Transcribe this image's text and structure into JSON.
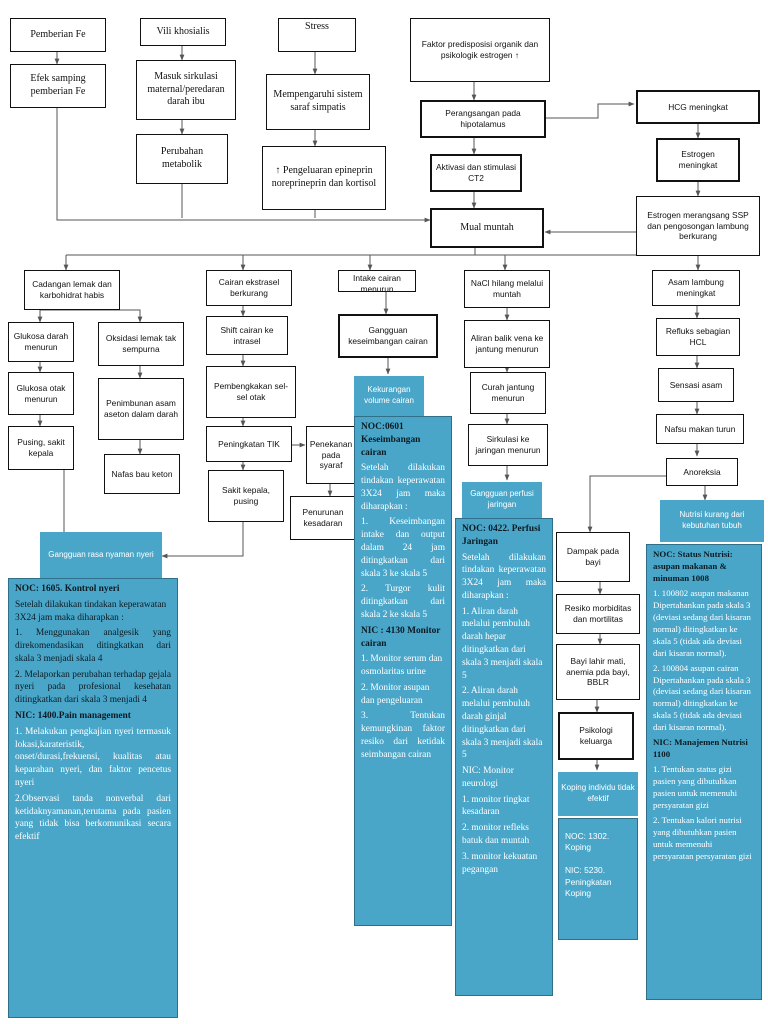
{
  "nodes": {
    "pemberian_fe": "Pemberian Fe",
    "vili": "Vili khosialis",
    "stress": "Stress",
    "faktor": "Faktor predisposisi organik dan psikologik estrogen ↑",
    "efek": "Efek samping pemberian Fe",
    "masuk": "Masuk sirkulasi maternal/peredaran darah ibu",
    "perubahan": "Perubahan metabolik",
    "mempengaruhi": "Mempengaruhi sistem saraf simpatis",
    "pengeluaran": "↑ Pengeluaran epineprin noreprineprin dan kortisol",
    "perangsangan": "Perangsangan pada hipotalamus",
    "aktivasi": "Aktivasi dan stimulasi CT2",
    "hcg": "HCG meningkat",
    "estrogen": "Estrogen meningkat",
    "estrogen_ssp": "Estrogen merangsang SSP dan pengosongan lambung berkurang",
    "mual": "Mual muntah",
    "cadangan": "Cadangan lemak dan karbohidrat habis",
    "cairan_ekstrasel": "Cairan ekstrasel berkurang",
    "intake": "Intake cairan menurun",
    "nacl": "NaCl hilang melalui muntah",
    "asam_lambung": "Asam lambung meningkat",
    "glukosa_darah": "Glukosa darah menurun",
    "oksidasi": "Oksidasi lemak tak sempurna",
    "shift": "Shift cairan ke intrasel",
    "gangguan_keseimbangan": "Gangguan keseimbangan cairan",
    "aliran_balik": "Aliran balik vena ke jantung menurun",
    "refluks": "Refluks sebagian HCL",
    "glukosa_otak": "Glukosa otak menurun",
    "penimbunan": "Penimbunan asam aseton dalam darah",
    "pembengkakan": "Pembengkakan sel-sel otak",
    "curah": "Curah jantung menurun",
    "sensasi": "Sensasi asam",
    "pusing": "Pusing, sakit kepala",
    "nafas": "Nafas bau keton",
    "tik": "Peningkatan TIK",
    "penekanan": "Penekanan pada syaraf",
    "sirkulasi": "Sirkulasi ke jaringan menurun",
    "nafsu": "Nafsu makan turun",
    "sakit_kepala": "Sakit kepala, pusing",
    "penurunan_kesadaran": "Penurunan kesadaran",
    "anoreksia": "Anoreksia",
    "dampak": "Dampak pada bayi",
    "resiko": "Resiko morbiditas dan mortilitas",
    "bayi_lahir": "Bayi lahir mati, anemia pda bayi, BBLR",
    "psikologi": "Psikologi keluarga",
    "noc_koping": "NOC: 1302. Koping\n\nNIC: 5230. Peningkatan Koping"
  },
  "diagnoses": {
    "nyeri": "Gangguan rasa nyaman nyeri",
    "kekurangan_cairan": "Kekurangan volume cairan",
    "perfusi": "Gangguan perfusi jaringan",
    "nutrisi": "Nutrisi kurang dari kebutuhan tubuh",
    "koping": "Koping individu tidak efektif"
  },
  "panels": {
    "nyeri": [
      {
        "text": "NOC: 1605. Kontrol nyeri",
        "style": "h"
      },
      {
        "text": "Setelah dilakukan tindakan keperawatan 3X24 jam maka diharapkan :",
        "style": "sub"
      },
      {
        "text": "1.  Menggunakan analgesik yang direkomendasikan ditingkatkan dari skala 3 menjadi skala 4",
        "style": "sub j"
      },
      {
        "text": "2. Melaporkan perubahan terhadap gejala nyeri pada profesional kesehatan ditingkatkan dari skala 3 menjadi 4",
        "style": "sub j"
      },
      {
        "text": "NIC: 1400.Pain management",
        "style": "h"
      },
      {
        "text": "1. Melakukan pengkajian nyeri termasuk lokasi,karateristik, onset/durasi,frekuensi, kualitas atau keparahan nyeri, dan faktor pencetus nyeri",
        "style": "j"
      },
      {
        "text": "2.Observasi tanda nonverbal dari ketidaknyamanan,terutama pada pasien yang tidak bisa berkomunikasi secara efektif",
        "style": "j"
      }
    ],
    "cairan": [
      {
        "text": "NOC:0601 Keseimbangan cairan",
        "style": "h"
      },
      {
        "text": "Setelah dilakukan tindakan keperawatan 3X24 jam maka diharapkan :",
        "style": "j"
      },
      {
        "text": "1.  Keseimbangan intake dan output dalam 24 jam ditingkatkan dari skala 3 ke skala 5",
        "style": "j"
      },
      {
        "text": "2.  Turgor kulit ditingkatkan dari skala 2 ke skala 5",
        "style": "j"
      },
      {
        "text": "NIC : 4130 Monitor cairan",
        "style": "h"
      },
      {
        "text": "1. Monitor serum dan osmolaritas urine",
        "style": ""
      },
      {
        "text": "2. Monitor asupan dan pengeluaran",
        "style": ""
      },
      {
        "text": "3.  Tentukan kemungkinan faktor resiko dari ketidak seimbangan cairan",
        "style": "j"
      }
    ],
    "perfusi": [
      {
        "text": "NOC: 0422. Perfusi Jaringan",
        "style": "h"
      },
      {
        "text": "Setelah dilakukan tindakan keperawatan 3X24 jam maka diharapkan :",
        "style": "j"
      },
      {
        "text": "1. Aliran darah melalui pembuluh darah hepar ditingkatkan dari skala 3 menjadi skala 5",
        "style": ""
      },
      {
        "text": "2. Aliran darah melalui pembuluh darah ginjal ditingkatkan dari skala 3 menjadi skala 5",
        "style": ""
      },
      {
        "text": "NIC: Monitor neurologi",
        "style": ""
      },
      {
        "text": "1.  monitor tingkat kesadaran",
        "style": ""
      },
      {
        "text": "2.  monitor refleks batuk dan muntah",
        "style": ""
      },
      {
        "text": "3.  monitor kekuatan pegangan",
        "style": ""
      }
    ],
    "nutrisi": [
      {
        "text": "NOC: Status Nutrisi: asupan makanan & minuman 1008",
        "style": "h"
      },
      {
        "text": "1. 100802 asupan makanan Dipertahankan pada skala 3 (deviasi sedang dari kisaran normal) ditingkatkan ke skala 5 (tidak ada deviasi dari kisaran normal).",
        "style": ""
      },
      {
        "text": "2. 100804 asupan cairan Dipertahankan pada skala 3 (deviasi sedang dari kisaran normal) ditingkatkan ke skala 5 (tidak ada deviasi dari kisaran normal).",
        "style": ""
      },
      {
        "text": "NIC: Manajemen Nutrisi 1100",
        "style": "h"
      },
      {
        "text": "1. Tentukan status gizi pasien yang dibutuhkan pasien untuk memenuhi persyaratan gizi",
        "style": ""
      },
      {
        "text": "2. Tentukan kalori nutrisi yang dibutuhkan pasien untuk memenuhi persyaratan persyaratan gizi",
        "style": ""
      }
    ]
  }
}
